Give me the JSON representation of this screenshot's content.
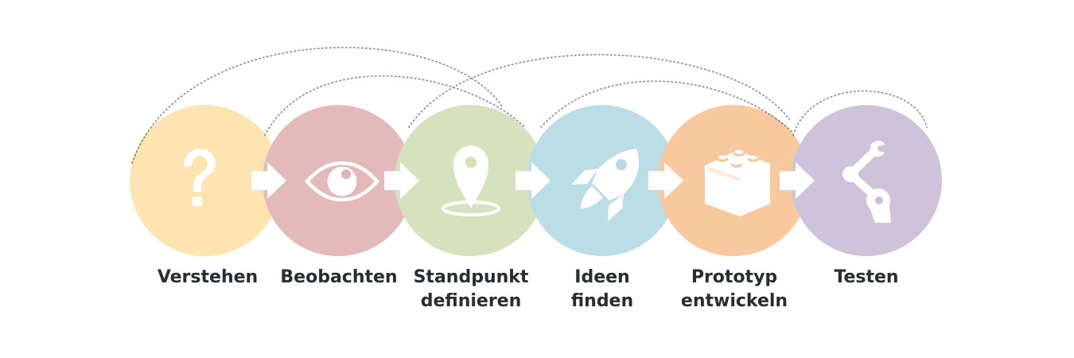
{
  "diagram": {
    "stages": [
      {
        "id": "verstehen",
        "line1": "Verstehen",
        "line2": "",
        "color": "#fde2ab",
        "icon": "question-mark-icon"
      },
      {
        "id": "beobachten",
        "line1": "Beobachten",
        "line2": "",
        "color": "#e2b3b3",
        "icon": "eye-icon"
      },
      {
        "id": "standpunkt",
        "line1": "Standpunkt",
        "line2": "definieren",
        "color": "#d3e0b8",
        "icon": "location-pin-icon"
      },
      {
        "id": "ideen",
        "line1": "Ideen",
        "line2": "finden",
        "color": "#b5dae3",
        "icon": "rocket-icon"
      },
      {
        "id": "prototyp",
        "line1": "Prototyp",
        "line2": "entwickeln",
        "color": "#f8c497",
        "icon": "building-brick-icon"
      },
      {
        "id": "testen",
        "line1": "Testen",
        "line2": "",
        "color": "#cabed8",
        "icon": "robot-arm-icon"
      }
    ],
    "label_color": "#262d33",
    "arrow_color": "#ffffff",
    "loop_line_color": "#8a8a8a"
  }
}
